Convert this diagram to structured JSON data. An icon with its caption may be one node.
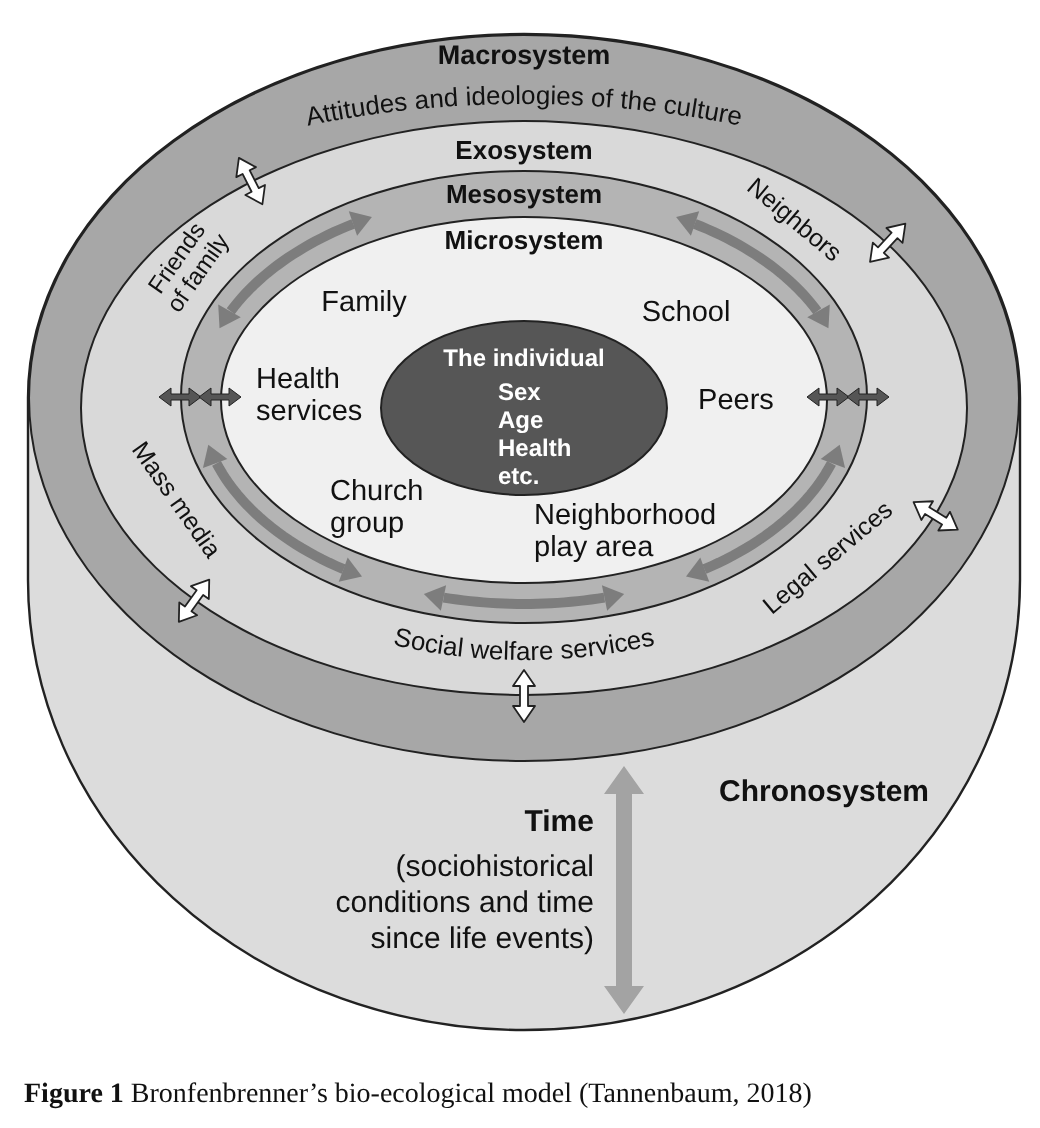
{
  "diagram": {
    "caption": "**Figure 1** Bronfenbrenner’s bio-ecological model (Tannenbaum, 2018)",
    "nodes": [
      {
        "text": [
          "Chronosystem",
          "Time",
          "(sociohistorical conditions and time since life events)"
        ]
      },
      {
        "text": [
          "Macrosystem",
          "Attitudes and ideologies of the culture"
        ],
        "in": 0
      },
      {
        "text": [
          "Exosystem"
        ],
        "in": 1
      },
      {
        "text": [
          "Mesosystem"
        ],
        "in": 2
      },
      {
        "text": [
          "Microsystem",
          "Family",
          "School",
          "Health services",
          "Peers",
          "Church group",
          "Neighborhood play area"
        ],
        "in": 3
      },
      {
        "text": [
          "The individual",
          "Sex Age Health etc."
        ],
        "in": 4
      }
    ],
    "labels": [
      "Friends of family",
      "Neighbors",
      "Mass media",
      "Legal services",
      "Social welfare services"
    ]
  }
}
